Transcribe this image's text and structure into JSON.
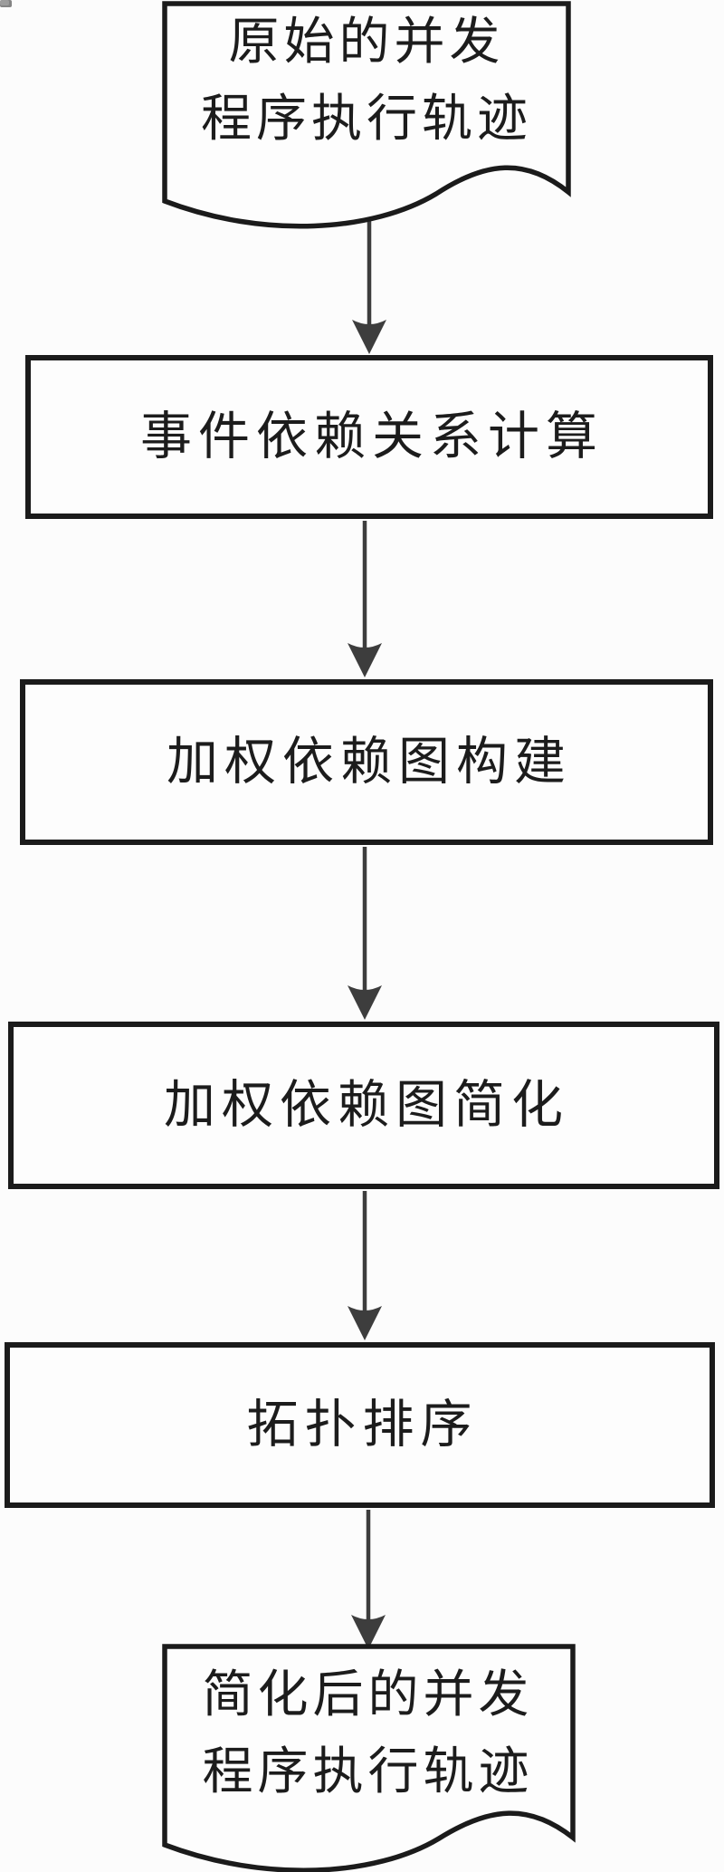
{
  "diagram": {
    "type": "flowchart",
    "orientation": "top-down",
    "background_color": "#fcfcfc",
    "line_color": "#1b1b1b",
    "arrow_color": "#3d3d3d",
    "text_color": "#1c1c1c",
    "nodes": [
      {
        "id": "source-trace",
        "shape": "document",
        "label": "原始的并发程序执行轨迹",
        "line1": "原始的并发",
        "line2": "程序执行轨迹"
      },
      {
        "id": "dependency-calc",
        "shape": "process",
        "label": "事件依赖关系计算"
      },
      {
        "id": "graph-build",
        "shape": "process",
        "label": "加权依赖图构建"
      },
      {
        "id": "graph-simplify",
        "shape": "process",
        "label": "加权依赖图简化"
      },
      {
        "id": "topo-sort",
        "shape": "process",
        "label": "拓扑排序"
      },
      {
        "id": "result-trace",
        "shape": "document",
        "label": "简化后的并发程序执行轨迹",
        "line1": "简化后的并发",
        "line2": "程序执行轨迹"
      }
    ],
    "edges": [
      {
        "from": "source-trace",
        "to": "dependency-calc"
      },
      {
        "from": "dependency-calc",
        "to": "graph-build"
      },
      {
        "from": "graph-build",
        "to": "graph-simplify"
      },
      {
        "from": "graph-simplify",
        "to": "topo-sort"
      },
      {
        "from": "topo-sort",
        "to": "result-trace"
      }
    ]
  }
}
